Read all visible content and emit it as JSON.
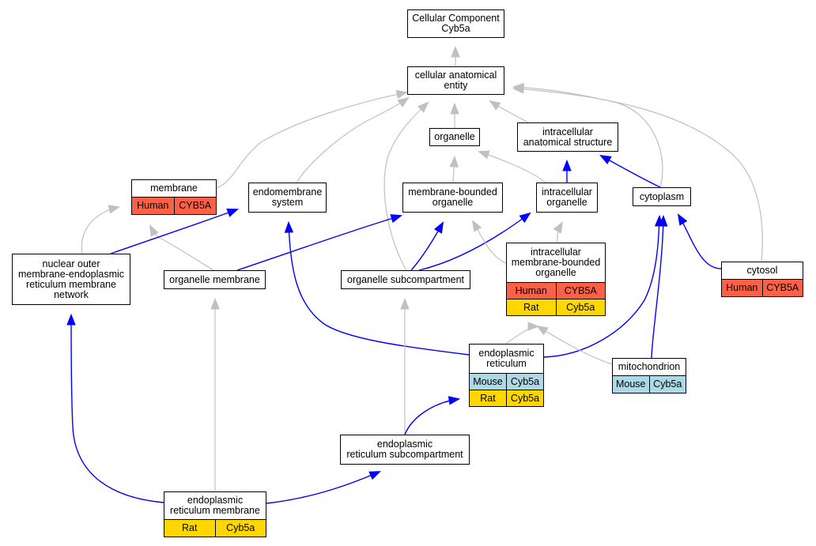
{
  "colors": {
    "is_a_edge": "#c0c0c0",
    "part_of_edge": "#0000ff",
    "Human": "#fa6147",
    "Rat": "#ffd700",
    "Mouse": "#add8e6"
  },
  "nodes": {
    "root": {
      "label": "Cellular Component\nCyb5a",
      "rows": []
    },
    "cae": {
      "label": "cellular anatomical\nentity",
      "rows": []
    },
    "organelle": {
      "label": "organelle",
      "rows": []
    },
    "ias": {
      "label": "intracellular\nanatomical structure",
      "rows": []
    },
    "membrane": {
      "label": "membrane",
      "rows": [
        {
          "species": "Human",
          "gene": "CYB5A"
        }
      ]
    },
    "endomembrane": {
      "label": "endomembrane\nsystem",
      "rows": []
    },
    "mbo": {
      "label": "membrane-bounded\norganelle",
      "rows": []
    },
    "io": {
      "label": "intracellular\norganelle",
      "rows": []
    },
    "cytoplasm": {
      "label": "cytoplasm",
      "rows": []
    },
    "nomer": {
      "label": "nuclear outer\nmembrane-endoplasmic\nreticulum membrane\nnetwork",
      "rows": []
    },
    "orgmem": {
      "label": "organelle membrane",
      "rows": []
    },
    "orgsub": {
      "label": "organelle subcompartment",
      "rows": []
    },
    "imbo": {
      "label": "intracellular\nmembrane-bounded\norganelle",
      "rows": [
        {
          "species": "Human",
          "gene": "CYB5A"
        },
        {
          "species": "Rat",
          "gene": "Cyb5a"
        }
      ]
    },
    "cytosol": {
      "label": "cytosol",
      "rows": [
        {
          "species": "Human",
          "gene": "CYB5A"
        }
      ]
    },
    "er": {
      "label": "endoplasmic\nreticulum",
      "rows": [
        {
          "species": "Mouse",
          "gene": "Cyb5a"
        },
        {
          "species": "Rat",
          "gene": "Cyb5a"
        }
      ]
    },
    "mito": {
      "label": "mitochondrion",
      "rows": [
        {
          "species": "Mouse",
          "gene": "Cyb5a"
        }
      ]
    },
    "ersub": {
      "label": "endoplasmic\nreticulum subcompartment",
      "rows": []
    },
    "ermem": {
      "label": "endoplasmic\nreticulum membrane",
      "rows": [
        {
          "species": "Rat",
          "gene": "Cyb5a"
        }
      ]
    }
  },
  "edges": [
    {
      "from": "cae",
      "to": "root",
      "type": "is_a"
    },
    {
      "from": "organelle",
      "to": "cae",
      "type": "is_a"
    },
    {
      "from": "ias",
      "to": "cae",
      "type": "is_a"
    },
    {
      "from": "membrane",
      "to": "cae",
      "type": "is_a"
    },
    {
      "from": "endomembrane",
      "to": "cae",
      "type": "is_a"
    },
    {
      "from": "orgsub",
      "to": "cae",
      "type": "is_a"
    },
    {
      "from": "cytoplasm",
      "to": "cae",
      "type": "is_a"
    },
    {
      "from": "cytosol",
      "to": "cae",
      "type": "is_a"
    },
    {
      "from": "mbo",
      "to": "organelle",
      "type": "is_a"
    },
    {
      "from": "io",
      "to": "organelle",
      "type": "is_a"
    },
    {
      "from": "io",
      "to": "ias",
      "type": "part_of"
    },
    {
      "from": "cytoplasm",
      "to": "ias",
      "type": "part_of"
    },
    {
      "from": "nomer",
      "to": "membrane",
      "type": "is_a"
    },
    {
      "from": "orgmem",
      "to": "membrane",
      "type": "is_a"
    },
    {
      "from": "nomer",
      "to": "endomembrane",
      "type": "part_of"
    },
    {
      "from": "orgmem",
      "to": "mbo",
      "type": "part_of"
    },
    {
      "from": "orgsub",
      "to": "mbo",
      "type": "part_of"
    },
    {
      "from": "orgsub",
      "to": "io",
      "type": "part_of"
    },
    {
      "from": "imbo",
      "to": "mbo",
      "type": "is_a"
    },
    {
      "from": "imbo",
      "to": "io",
      "type": "is_a"
    },
    {
      "from": "cytosol",
      "to": "cytoplasm",
      "type": "part_of"
    },
    {
      "from": "er",
      "to": "endomembrane",
      "type": "part_of"
    },
    {
      "from": "er",
      "to": "cytoplasm",
      "type": "part_of"
    },
    {
      "from": "er",
      "to": "imbo",
      "type": "is_a"
    },
    {
      "from": "mito",
      "to": "imbo",
      "type": "is_a"
    },
    {
      "from": "mito",
      "to": "cytoplasm",
      "type": "part_of"
    },
    {
      "from": "ersub",
      "to": "orgsub",
      "type": "is_a"
    },
    {
      "from": "ersub",
      "to": "er",
      "type": "part_of"
    },
    {
      "from": "ermem",
      "to": "orgmem",
      "type": "is_a"
    },
    {
      "from": "ermem",
      "to": "nomer",
      "type": "part_of"
    },
    {
      "from": "ermem",
      "to": "ersub",
      "type": "part_of"
    }
  ]
}
